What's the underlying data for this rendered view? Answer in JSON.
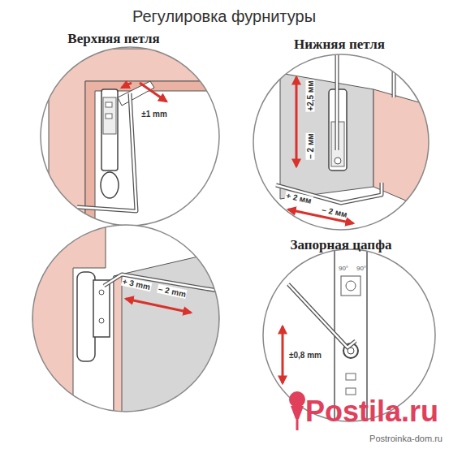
{
  "diagram": {
    "title": "Регулировка фурнитуры",
    "labels": [
      "Верхняя петля",
      "Нижняя петля",
      "Запорная цапфа",
      "±1 mm",
      "+2,5 мм",
      "– 2 мм",
      "+ 2 мм",
      "– 2 мм",
      "+ 3 mm",
      "– 2 mm",
      "90°",
      "90°",
      "±0,8 mm",
      "Postila.ru",
      "Postroinka-dom.ru"
    ]
  }
}
